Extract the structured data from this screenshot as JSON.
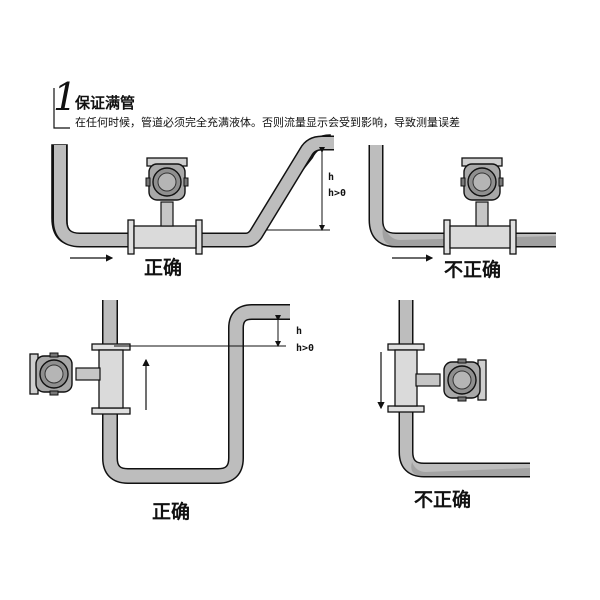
{
  "header": {
    "number": "1",
    "title": "保证满管",
    "description": "在任何时候，管道必须完全充满液体。否则流量显示会受到影响，导致测量误差"
  },
  "diagrams": {
    "top_left": {
      "label": "正确",
      "h_label": "h",
      "h_cond_label": "h>0"
    },
    "top_right": {
      "label": "不正确"
    },
    "bottom_left": {
      "label": "正确",
      "h_label": "h",
      "h_cond_label": "h>0"
    },
    "bottom_right": {
      "label": "不正确"
    }
  },
  "colors": {
    "pipe_fill": "#bdbdbd",
    "pipe_shadow": "#9a9a9a",
    "outline": "#111111",
    "meter_body": "#d4d4d4",
    "meter_head": "#9e9e9e"
  }
}
